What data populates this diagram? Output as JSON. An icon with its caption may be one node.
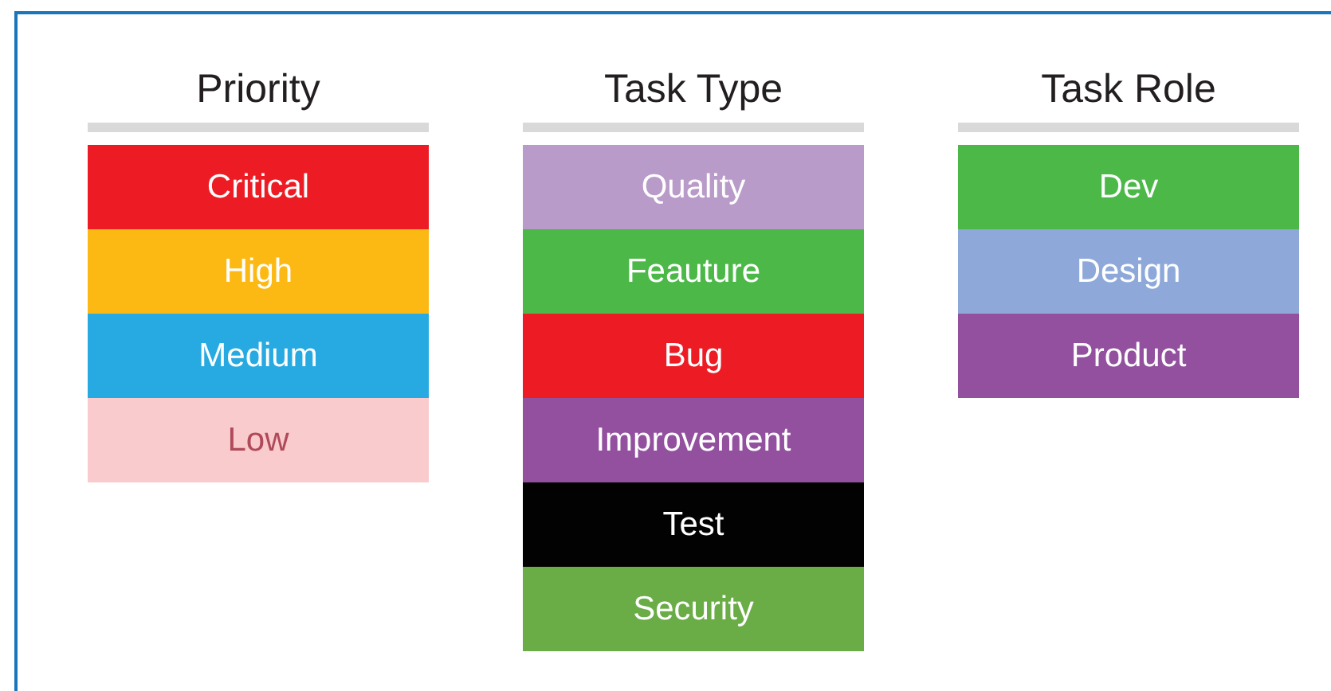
{
  "diagram": {
    "labels": [
      "Priority",
      "Task Type",
      "Task Role"
    ],
    "legend": [
      {
        "text": "Critical",
        "color": "#ed1c24"
      },
      {
        "text": "High",
        "color": "#fdb913"
      },
      {
        "text": "Medium",
        "color": "#27aae1"
      },
      {
        "text": "Low",
        "color": "#f9cbcc"
      },
      {
        "text": "Quality",
        "color": "#b99bc9"
      },
      {
        "text": "Feauture",
        "color": "#4cb848"
      },
      {
        "text": "Bug",
        "color": "#ed1c24"
      },
      {
        "text": "Improvement",
        "color": "#92509e"
      },
      {
        "text": "Test",
        "color": "#020202"
      },
      {
        "text": "Security",
        "color": "#6aac46"
      },
      {
        "text": "Dev",
        "color": "#4cb848"
      },
      {
        "text": "Design",
        "color": "#8ea9d9"
      },
      {
        "text": "Product",
        "color": "#92509e"
      }
    ]
  }
}
